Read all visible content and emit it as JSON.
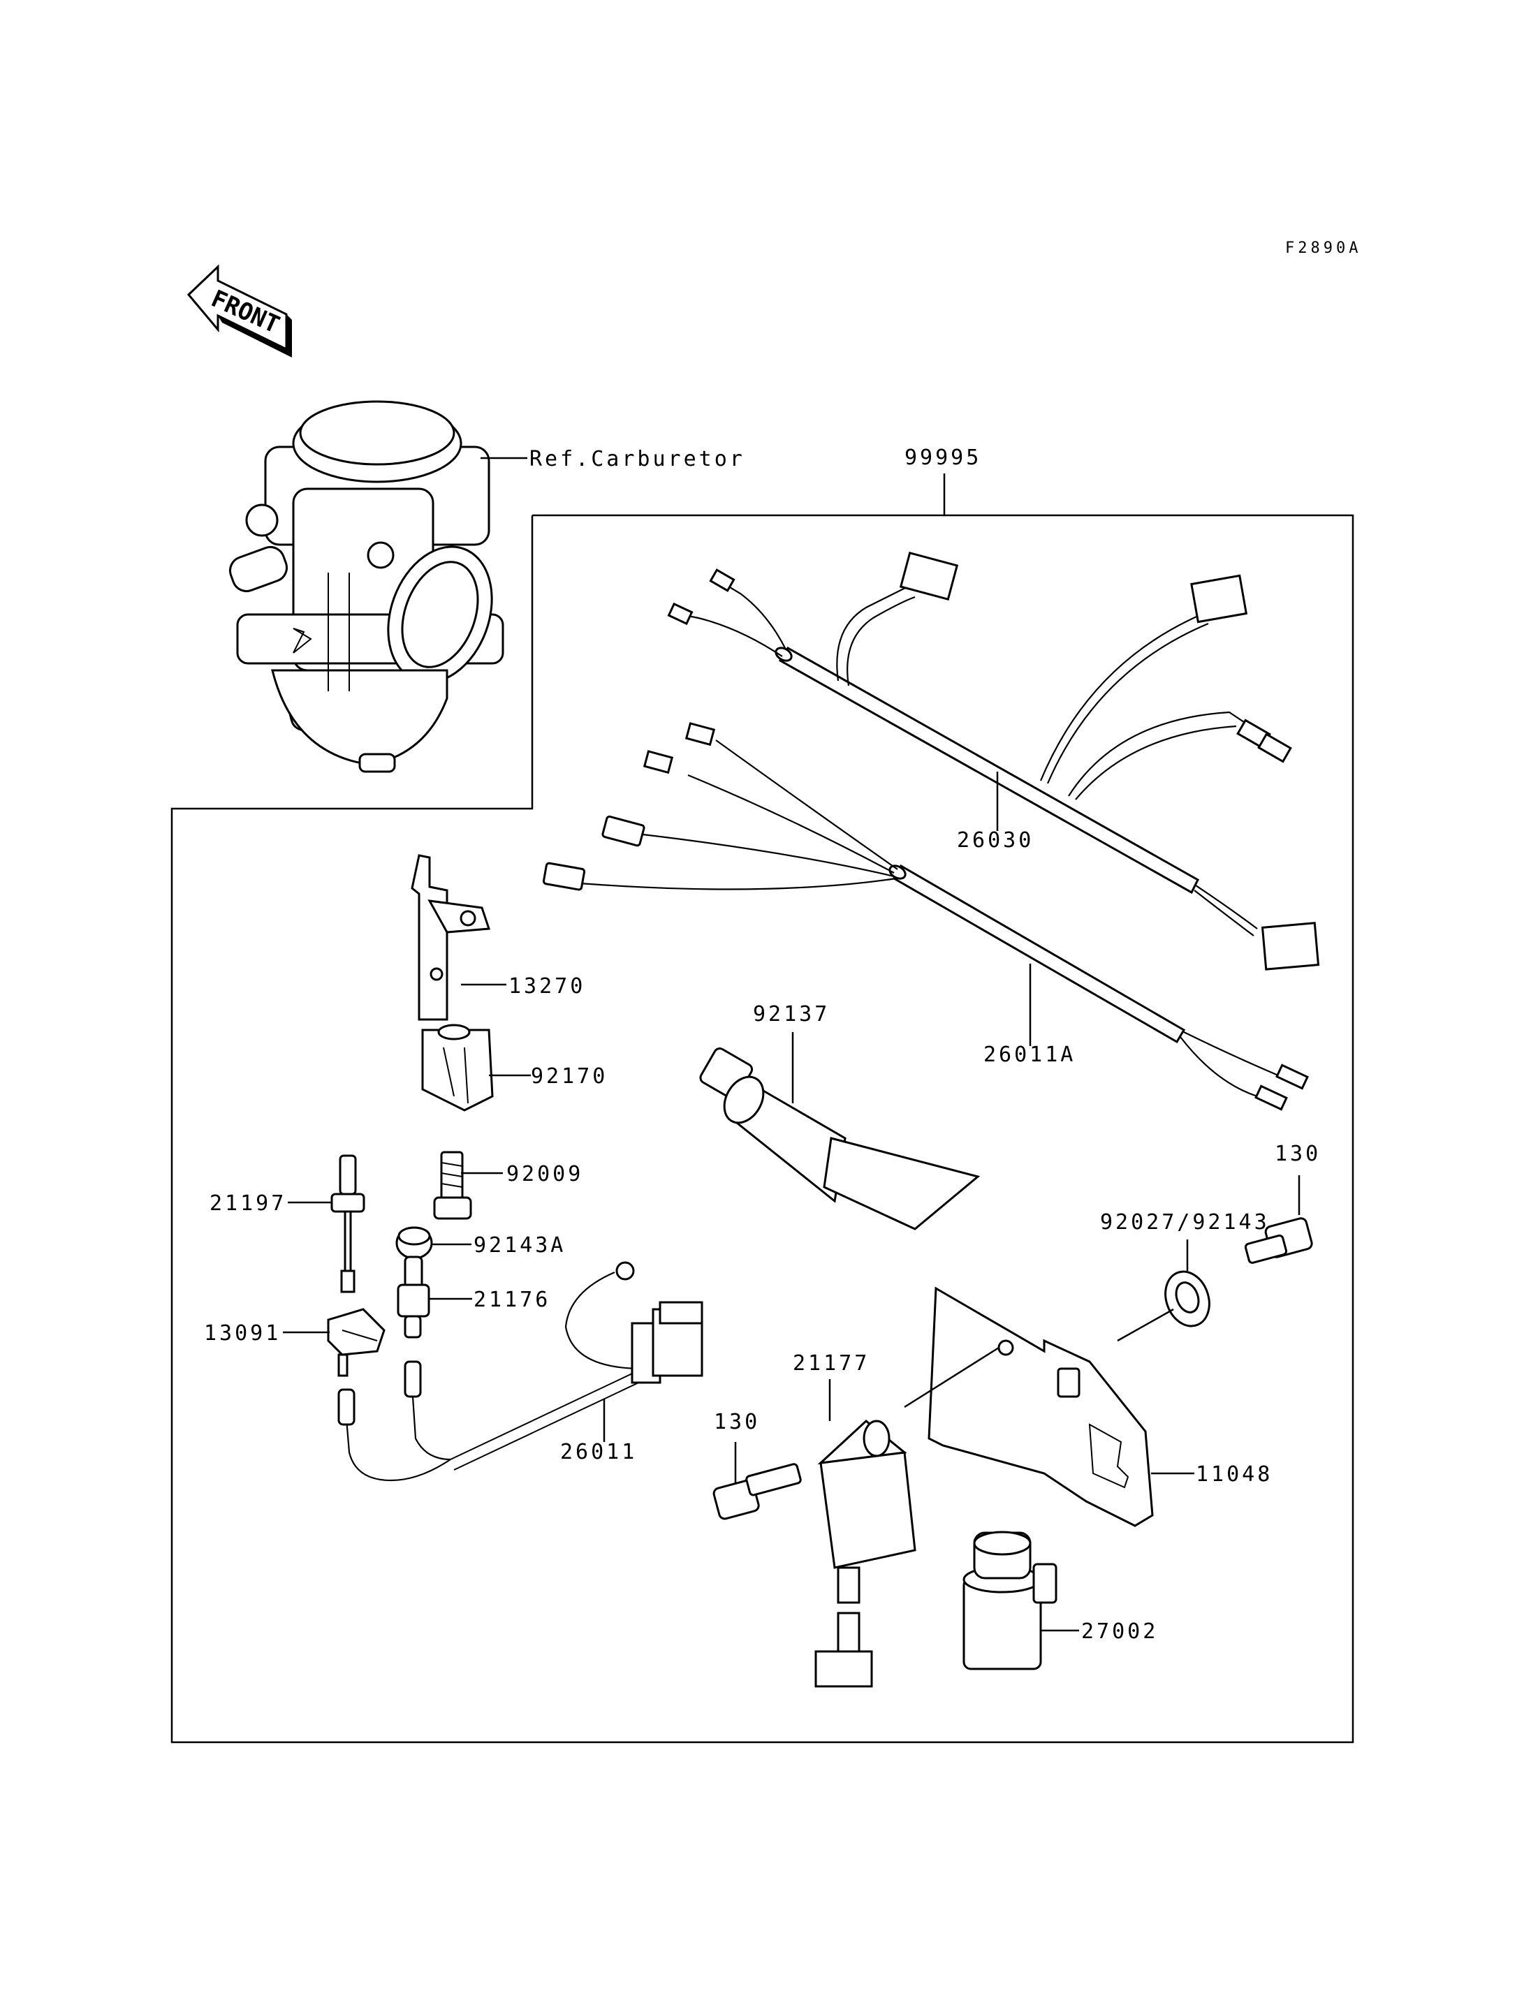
{
  "diagram": {
    "code": "F2890A",
    "front_label": "FRONT",
    "ref_label": "Ref.Carburetor",
    "kit_label": "99995",
    "callouts": {
      "p26030": "26030",
      "p26011A": "26011A",
      "p92137": "92137",
      "p13270": "13270",
      "p92170": "92170",
      "p92009": "92009",
      "p21197": "21197",
      "p92143A": "92143A",
      "p21176": "21176",
      "p13091": "13091",
      "p26011": "26011",
      "p130a": "130",
      "p92027": "92027/92143",
      "p21177": "21177",
      "p130b": "130",
      "p11048": "11048",
      "p27002": "27002"
    }
  }
}
